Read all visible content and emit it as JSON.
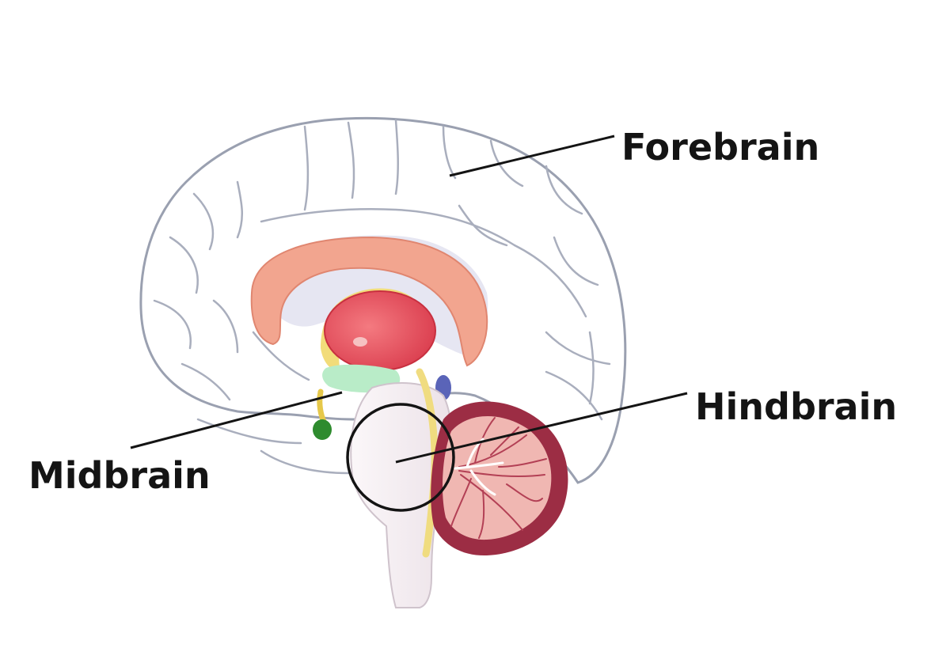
{
  "labels": {
    "forebrain": "Forebrain",
    "midbrain": "Midbrain",
    "hindbrain": "Hindbrain"
  },
  "colors": {
    "background": "#ffffff",
    "cortex_fill": "#ffffff",
    "cortex_stroke": "#9aa0b0",
    "corpus_callosum": "#f2a58f",
    "thalamus": "#e8505a",
    "fornix_band": "#f2dc7a",
    "hypothalamus": "#b9ecc8",
    "pituitary": "#2e8b2e",
    "brainstem": "#f5eef2",
    "cerebellum_outer": "#9c2d44",
    "cerebellum_inner": "#f0b7b2",
    "leader_line": "#141414"
  }
}
